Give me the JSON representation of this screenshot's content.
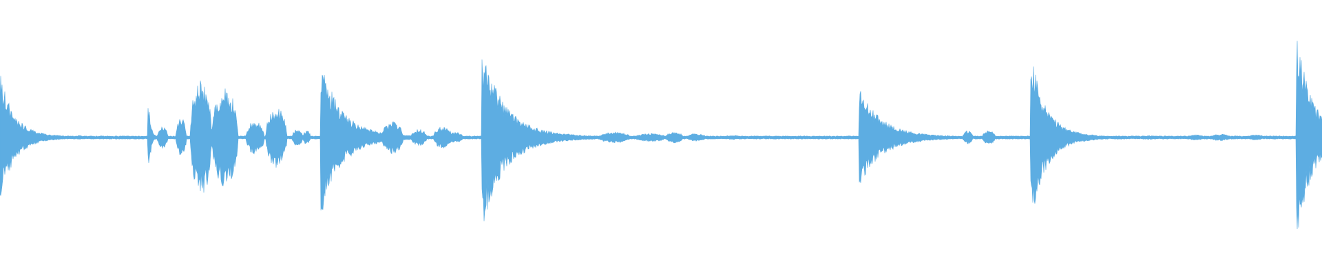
{
  "waveform": {
    "color": "#5DADE2",
    "background": "#ffffff",
    "noise_floor": 0.012,
    "events": [
      {
        "kind": "transient",
        "center": 0.0,
        "amp": 0.43,
        "decay": 0.028
      },
      {
        "kind": "blob",
        "center": 0.06,
        "amp": 0.015,
        "width": 0.003
      },
      {
        "kind": "blob",
        "center": 0.078,
        "amp": 0.012,
        "width": 0.004
      },
      {
        "kind": "transient",
        "center": 0.113,
        "amp": 0.2,
        "decay": 0.004
      },
      {
        "kind": "blob",
        "center": 0.123,
        "amp": 0.08,
        "width": 0.004
      },
      {
        "kind": "blob",
        "center": 0.137,
        "amp": 0.14,
        "width": 0.004
      },
      {
        "kind": "blob",
        "center": 0.152,
        "amp": 0.43,
        "width": 0.008
      },
      {
        "kind": "blob",
        "center": 0.17,
        "amp": 0.36,
        "width": 0.01
      },
      {
        "kind": "blob",
        "center": 0.193,
        "amp": 0.12,
        "width": 0.007
      },
      {
        "kind": "blob",
        "center": 0.209,
        "amp": 0.22,
        "width": 0.008
      },
      {
        "kind": "blob",
        "center": 0.225,
        "amp": 0.06,
        "width": 0.004
      },
      {
        "kind": "blob",
        "center": 0.232,
        "amp": 0.05,
        "width": 0.003
      },
      {
        "kind": "transient",
        "center": 0.244,
        "amp": 0.48,
        "decay": 0.04
      },
      {
        "kind": "blob",
        "center": 0.297,
        "amp": 0.12,
        "width": 0.008
      },
      {
        "kind": "blob",
        "center": 0.317,
        "amp": 0.06,
        "width": 0.006
      },
      {
        "kind": "blob",
        "center": 0.335,
        "amp": 0.08,
        "width": 0.007
      },
      {
        "kind": "blob",
        "center": 0.345,
        "amp": 0.04,
        "width": 0.005
      },
      {
        "kind": "transient",
        "center": 0.366,
        "amp": 0.55,
        "decay": 0.045
      },
      {
        "kind": "blob",
        "center": 0.465,
        "amp": 0.04,
        "width": 0.012
      },
      {
        "kind": "blob",
        "center": 0.492,
        "amp": 0.03,
        "width": 0.012
      },
      {
        "kind": "blob",
        "center": 0.51,
        "amp": 0.04,
        "width": 0.007
      },
      {
        "kind": "blob",
        "center": 0.527,
        "amp": 0.03,
        "width": 0.007
      },
      {
        "kind": "blob",
        "center": 0.555,
        "amp": 0.015,
        "width": 0.01
      },
      {
        "kind": "blob",
        "center": 0.62,
        "amp": 0.012,
        "width": 0.012
      },
      {
        "kind": "transient",
        "center": 0.651,
        "amp": 0.31,
        "decay": 0.045
      },
      {
        "kind": "blob",
        "center": 0.732,
        "amp": 0.05,
        "width": 0.004
      },
      {
        "kind": "blob",
        "center": 0.748,
        "amp": 0.05,
        "width": 0.005
      },
      {
        "kind": "transient",
        "center": 0.781,
        "amp": 0.51,
        "decay": 0.03
      },
      {
        "kind": "blob",
        "center": 0.83,
        "amp": 0.015,
        "width": 0.006
      },
      {
        "kind": "blob",
        "center": 0.87,
        "amp": 0.015,
        "width": 0.006
      },
      {
        "kind": "blob",
        "center": 0.905,
        "amp": 0.02,
        "width": 0.006
      },
      {
        "kind": "blob",
        "center": 0.923,
        "amp": 0.025,
        "width": 0.008
      },
      {
        "kind": "blob",
        "center": 0.95,
        "amp": 0.02,
        "width": 0.006
      },
      {
        "kind": "transient",
        "center": 0.982,
        "amp": 0.64,
        "decay": 0.03
      }
    ]
  }
}
